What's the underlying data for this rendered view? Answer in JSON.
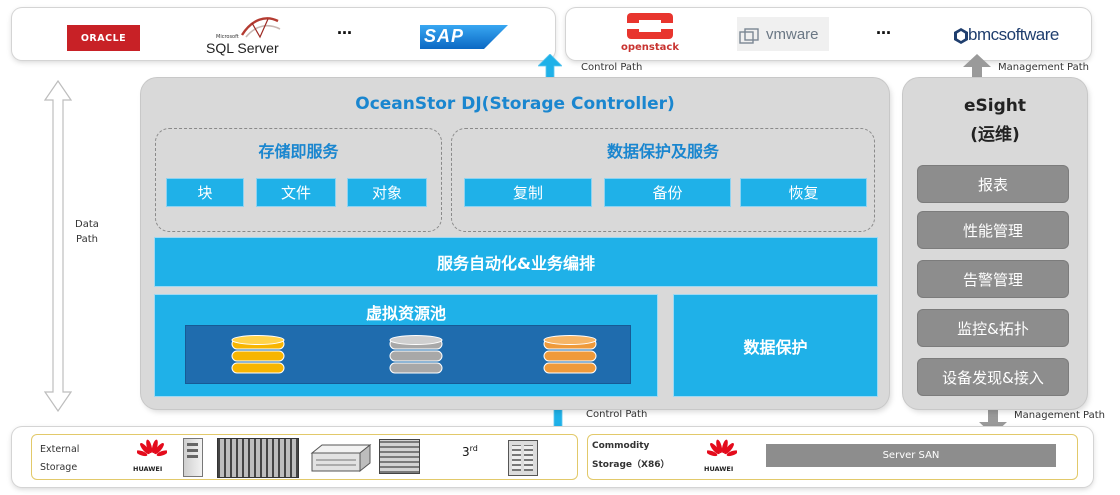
{
  "top_left": {
    "logos": [
      "ORACLE",
      "Microsoft",
      "SQL Server",
      "SAP"
    ],
    "ellipsis": "…"
  },
  "top_right": {
    "logos": [
      "openstack",
      "vmware",
      "bmcsoftware"
    ],
    "ellipsis": "…"
  },
  "links": {
    "control_path_top": "Control  Path",
    "control_path_bottom": "Control Path",
    "management_path_top": "Management Path",
    "management_path_bottom": "Management Path",
    "data_path_line1": "Data",
    "data_path_line2": "Path"
  },
  "controller": {
    "title": "OceanStor DJ(Storage Controller)",
    "storage_service": {
      "title": "存储即服务",
      "items": [
        "块",
        "文件",
        "对象"
      ]
    },
    "protection_service": {
      "title": "数据保护及服务",
      "items": [
        "复制",
        "备份",
        "恢复"
      ]
    },
    "automation": "服务自动化&业务编排",
    "pool_title": "虚拟资源池",
    "data_protection": "数据保护",
    "disk_colors": [
      "#f7b500",
      "#a8a8a8",
      "#ef9a3a"
    ]
  },
  "esight": {
    "title": "eSight",
    "subtitle": "(运维)",
    "items": [
      "报表",
      "性能管理",
      "告警管理",
      "监控&拓扑",
      "设备发现&接入"
    ]
  },
  "bottom": {
    "external_line1": "External",
    "external_line2": "Storage",
    "huawei": "HUAWEI",
    "third": "3",
    "third_sup": "rd",
    "commodity_line1": "Commodity",
    "commodity_line2": "Storage（X86）",
    "server_san": "Server SAN"
  },
  "colors": {
    "accent_blue": "#1fb1e8",
    "title_blue": "#1a86cf",
    "panel_gray": "#d9d9d9",
    "button_gray": "#8d8d8d",
    "oracle_red": "#c82126",
    "sap_blue": "#0f7bd4",
    "huawei_red": "#e40b1c"
  }
}
